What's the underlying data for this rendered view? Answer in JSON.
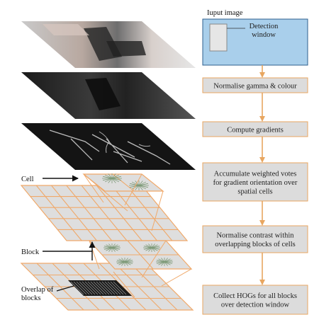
{
  "input_image": {
    "label": "Iuput image",
    "window_label_line1": "Detection",
    "window_label_line2": "window"
  },
  "steps": [
    {
      "lines": [
        "Normalise gamma & colour"
      ]
    },
    {
      "lines": [
        "Compute gradients"
      ]
    },
    {
      "lines": [
        "Accumulate weighted votes",
        "for gradient orientation over",
        "spatial cells"
      ]
    },
    {
      "lines": [
        "Normalise contrast within",
        "overlapping blocks of cells"
      ]
    },
    {
      "lines": [
        "Collect HOGs for all blocks",
        "over detection window"
      ]
    }
  ],
  "left_labels": {
    "cell": "Cell",
    "block": "Block",
    "overlap_line1": "Overlap of",
    "overlap_line2": "blocks"
  },
  "colors": {
    "input_box_fill": "#a9cfeb",
    "input_box_stroke": "#2e5f8c",
    "step_box_fill": "#dcdcdc",
    "step_box_stroke": "#e8a660",
    "arrow": "#e8a660",
    "grid": "#f0a96a",
    "grid_fill": "#dedede"
  }
}
